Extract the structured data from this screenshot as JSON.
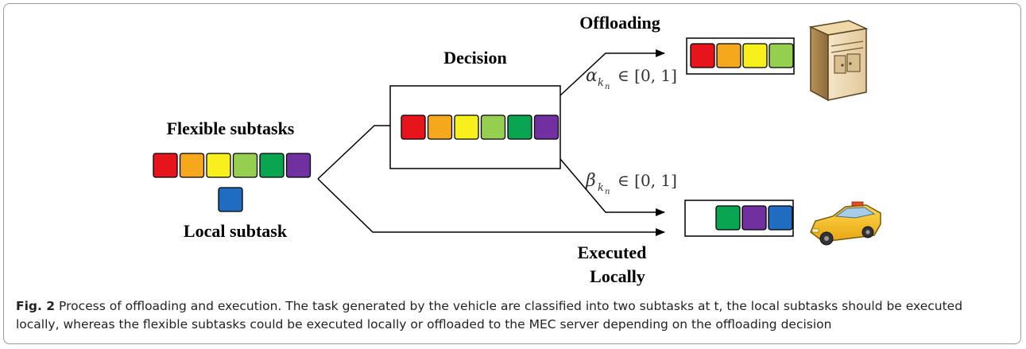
{
  "diagram": {
    "labels": {
      "flexible_subtasks": "Flexible subtasks",
      "local_subtask": "Local subtask",
      "decision": "Decision",
      "offloading": "Offloading",
      "executed_line1": "Executed",
      "executed_line2": "Locally",
      "alpha_symbol": "α",
      "alpha_sub": "k",
      "alpha_subsub": "n",
      "alpha_range": "∈ [0, 1]",
      "beta_symbol": "β",
      "beta_sub": "k",
      "beta_subsub": "n",
      "beta_range": "∈ [0, 1]"
    },
    "colors": {
      "red": "#e8141c",
      "orange": "#f5a81c",
      "yellow": "#f8f01c",
      "light_green": "#95cf4f",
      "green": "#0aa550",
      "purple": "#7030a0",
      "blue": "#1f6cc0"
    },
    "flexible_blocks": [
      "red",
      "orange",
      "yellow",
      "light_green",
      "green",
      "purple"
    ],
    "local_blocks": [
      "blue"
    ],
    "decision_blocks": [
      "red",
      "orange",
      "yellow",
      "light_green",
      "green",
      "purple"
    ],
    "offloaded_blocks": [
      "red",
      "orange",
      "yellow",
      "light_green"
    ],
    "local_execution_blocks": [
      "green",
      "purple",
      "blue"
    ],
    "icons": [
      "mec-server-icon",
      "taxi-car-icon"
    ]
  },
  "caption": {
    "figure_label": "Fig. 2",
    "text": " Process of offloading and execution. The task generated by the vehicle are classified into two subtasks at t, the local subtasks should be executed locally, whereas the flexible subtasks could be executed locally or offloaded to the MEC server depending on the offloading decision"
  }
}
